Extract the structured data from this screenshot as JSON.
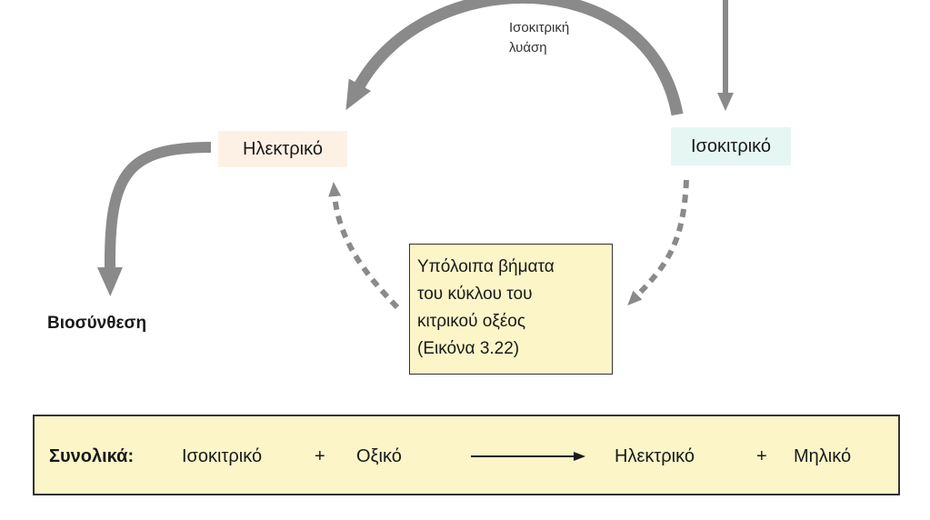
{
  "diagram": {
    "enzyme_line1": "Ισοκιτρική",
    "enzyme_line2": "λυάση",
    "succinate": "Ηλεκτρικό",
    "isocitrate": "Ισοκιτρικό",
    "biosynthesis": "Βιοσύνθεση",
    "remaining_steps": [
      "Υπόλοιπα βήματα",
      "του κύκλου του",
      "κιτρικού οξέος",
      "(Εικόνα 3.22)"
    ]
  },
  "overall": {
    "label": "Συνολικά:",
    "substrate1": "Ισοκιτρικό",
    "plus1": "+",
    "substrate2": "Οξικό",
    "product1": "Ηλεκτρικό",
    "plus2": "+",
    "product2": "Μηλικό"
  },
  "colors": {
    "arrow_gray": "#8a8a8a",
    "box_fill": "#fbf5c8",
    "succinate_bg": "#fdf1e6",
    "isocitrate_bg": "#e6f6f3"
  }
}
